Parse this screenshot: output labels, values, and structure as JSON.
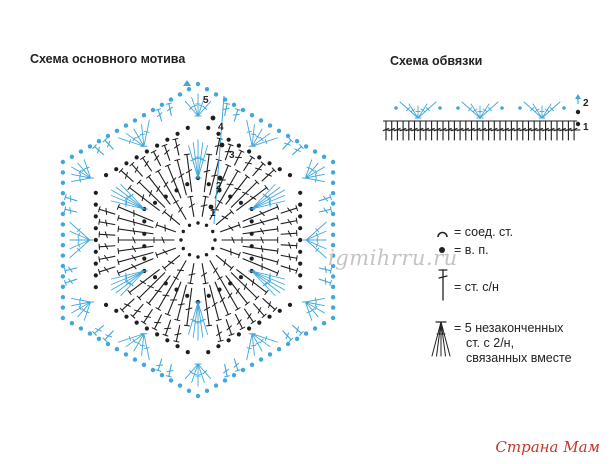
{
  "titles": {
    "main_motif": "Схема основного мотива",
    "border": "Схема обвязки"
  },
  "motif_round_numbers": [
    "1",
    "2",
    "3",
    "4",
    "5"
  ],
  "border_row_numbers": [
    "1",
    "2"
  ],
  "legend": [
    {
      "symbol": "slip-stitch-icon",
      "text": "= соед. ст."
    },
    {
      "symbol": "chain-stitch-icon",
      "text": "= в. п."
    },
    {
      "symbol": "double-crochet-icon",
      "text": "= ст. с/н"
    },
    {
      "symbol": "cluster-5-icon",
      "lines": [
        "= 5 незаконченных",
        "ст. с 2/н,",
        "связанных вместе"
      ]
    }
  ],
  "watermark": "igmihrru.ru",
  "brand": "Страна Мам",
  "colors": {
    "black": "#1e1e1e",
    "blue": "#3fa7db",
    "dark": "#222222"
  }
}
